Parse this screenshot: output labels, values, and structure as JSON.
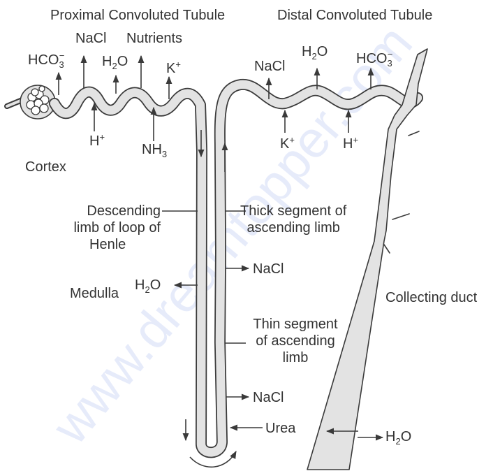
{
  "colors": {
    "tubule_fill": "#e3e3e3",
    "tubule_stroke": "#3a3a3a",
    "text": "#333333",
    "watermark": "#3a63d6"
  },
  "watermark": "www.dreamtopper.com",
  "labels": {
    "pct_title": "Proximal Convoluted Tubule",
    "dct_title": "Distal Convoluted Tubule",
    "pct_nacl": "NaCl",
    "pct_nutrients": "Nutrients",
    "pct_hco3": {
      "base": "HCO",
      "sub": "3",
      "sup": "−"
    },
    "pct_h2o": {
      "base": "H",
      "sub": "2",
      "tail": "O"
    },
    "pct_k": {
      "base": "K",
      "sup": "+"
    },
    "pct_h": {
      "base": "H",
      "sup": "+"
    },
    "pct_nh3": {
      "base": "NH",
      "sub": "3"
    },
    "dct_nacl": "NaCl",
    "dct_h2o": {
      "base": "H",
      "sub": "2",
      "tail": "O"
    },
    "dct_hco3": {
      "base": "HCO",
      "sub": "3",
      "sup": "−"
    },
    "dct_k": {
      "base": "K",
      "sup": "+"
    },
    "dct_h": {
      "base": "H",
      "sup": "+"
    },
    "cortex": "Cortex",
    "medulla": "Medulla",
    "descending": {
      "line1": "Descending",
      "line2": "limb of loop of",
      "line3": "Henle"
    },
    "thick": {
      "line1": "Thick segment of",
      "line2": "ascending limb"
    },
    "thick_nacl": "NaCl",
    "medulla_h2o": {
      "base": "H",
      "sub": "2",
      "tail": "O"
    },
    "thin": {
      "line1": "Thin segment",
      "line2": "of ascending",
      "line3": "limb"
    },
    "thin_nacl": "NaCl",
    "urea": "Urea",
    "collecting_duct": "Collecting duct",
    "duct_h2o": {
      "base": "H",
      "sub": "2",
      "tail": "O"
    }
  }
}
